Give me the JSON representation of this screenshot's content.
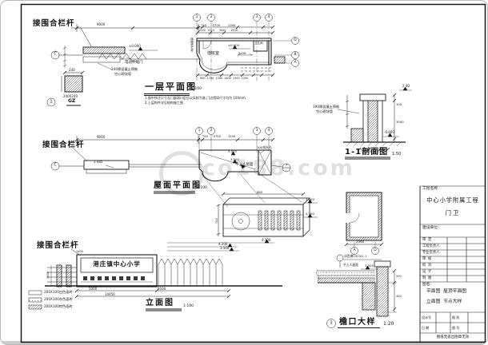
{
  "watermark": {
    "text": "co188.com"
  },
  "grid": {
    "n1": "1",
    "n2": "2",
    "n3": "3",
    "n4": "4",
    "a": "A",
    "b": "B",
    "c": "C",
    "d": "D"
  },
  "fence": {
    "label": "接围合栏杆",
    "dim": "9000"
  },
  "row1": {
    "gate": "电动伸缩门",
    "elev": "±0.000",
    "wall_note1": "240厚混凝土预制",
    "wall_note2": "空心砌块墙",
    "col_dim": "240",
    "col_size": "240X240",
    "col_mark": "GZ"
  },
  "plan1": {
    "dims_top": "750      5700        1500",
    "dims_top2": "1020  1515     3000     1500",
    "side_label": "接围合栏杆",
    "room": "值班室",
    "toilet": "卫生间",
    "elev": "±0.000",
    "dim_r": "2458",
    "dims_bottom": "900  1750  1200  1400  1300  1200",
    "title": "一层平面图",
    "scale": "1:100",
    "note1": "1.图中所注尺寸及门窗洞口定位以实样为准,门边墙垛尺寸均为 100mm.",
    "note2": "2.上层构件详见结构施工图."
  },
  "section11": {
    "note1": "190厚混凝土预制",
    "note2": "空心砌块墙",
    "flag_top": "2.40",
    "dim_r1": "100",
    "dim_r2": "3000",
    "flag_ground": "-0.800",
    "dims_bottom": "100 190 100",
    "title": "1-1剖面图",
    "scale": "1:50"
  },
  "row2": {
    "elev": "2.485"
  },
  "roof": {
    "drain": "100排水孔",
    "elev1": "3.500",
    "elev2": "3.500",
    "label": "不上人屋面",
    "detail_ref": "3",
    "title": "屋面平面图",
    "scale": "1:100"
  },
  "band": {
    "dim_top": "860",
    "dim_left": "700",
    "flag1": "4.200",
    "flag2": "4.700"
  },
  "levels": {
    "l1": "4.700",
    "l2": "4.200",
    "l3": "3.500"
  },
  "elevation": {
    "dim_1400": "1400",
    "dim_2600": "2600",
    "sign": "港庄镇中心小学",
    "legend": [
      {
        "label": "200X100白色面砖"
      },
      {
        "label": "200X100灰色面砖"
      },
      {
        "label": "200X100棕色面砖"
      }
    ],
    "dim_5000": "5000",
    "dim_9500": "9500",
    "dim_total": "14450",
    "title": "立面图",
    "scale": "1:100"
  },
  "booth": {
    "dim": "2060"
  },
  "eave": {
    "ref": "详西南03J201-1",
    "note": "不上人屋面",
    "elev": "3.500",
    "dim1": "200",
    "dim2": "400",
    "num": "3",
    "title": "檐口大样",
    "scale": "1:20"
  },
  "titleblock": {
    "project_label": "工程名称:",
    "project_name": "中心小学附属工程",
    "sub_name": "门卫",
    "client_label": "建设单位:",
    "roles": [
      "审  定",
      "工程负责人",
      "专业负责人",
      "审  核",
      "校  对",
      "设  计",
      "制  图"
    ],
    "drawing_label": "图名:",
    "line1": "平面图  屋顶平面图",
    "line2": "立面图  节点大样",
    "design_no": "设计号",
    "type_label": "图 别",
    "date_label": "日 期",
    "no_label": "图 号",
    "footer": "图纸无盖出图章无效"
  }
}
